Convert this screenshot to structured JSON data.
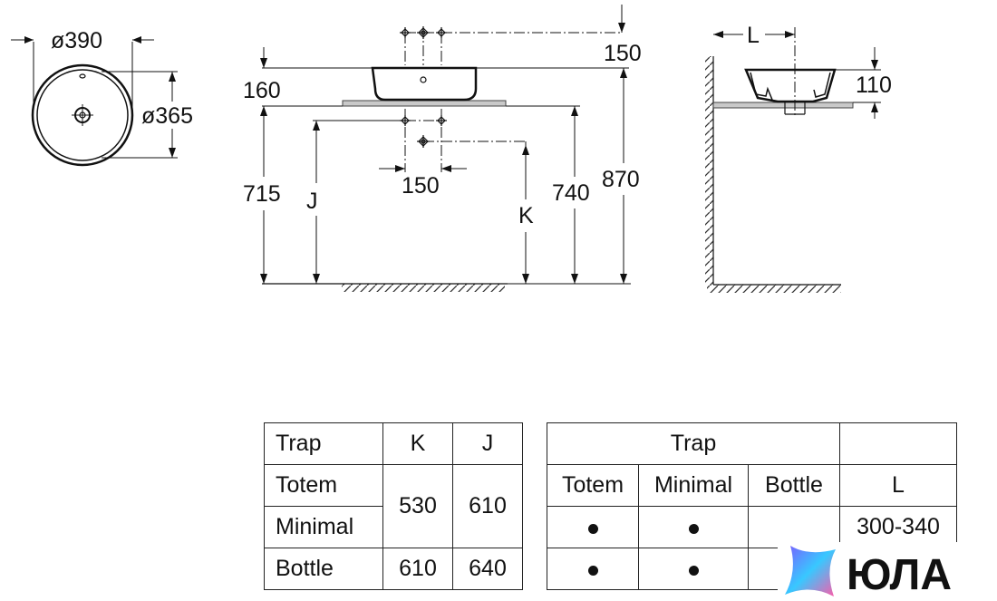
{
  "drawing": {
    "top_view": {
      "outer_diameter": "ø390",
      "inner_diameter": "ø365"
    },
    "front_view": {
      "dim_top": "150",
      "dim_basin_height": "160",
      "dim_waste_spacing": "150",
      "dim_715": "715",
      "dim_740": "740",
      "dim_870": "870",
      "label_j": "J",
      "label_k": "K"
    },
    "side_view": {
      "label_l": "L",
      "dim_110": "110"
    }
  },
  "table_trap_heights": {
    "headers": [
      "Trap",
      "K",
      "J"
    ],
    "rows": [
      {
        "trap": "Totem"
      },
      {
        "trap": "Minimal"
      },
      {
        "trap": "Bottle",
        "k": "610",
        "j": "640"
      }
    ],
    "merged_k": "530",
    "merged_j": "610"
  },
  "table_trap_l": {
    "title": "Trap",
    "headers": [
      "Totem",
      "Minimal",
      "Bottle",
      "L"
    ],
    "rows": [
      {
        "totem": "●",
        "minimal": "●",
        "bottle": "",
        "l": "300-340"
      },
      {
        "totem": "●",
        "minimal": "●",
        "bottle": "",
        "l": ""
      }
    ]
  },
  "watermark": {
    "text": "ЮЛА",
    "colors": [
      "#7b5cff",
      "#38c8ff",
      "#ff5aa8"
    ]
  }
}
